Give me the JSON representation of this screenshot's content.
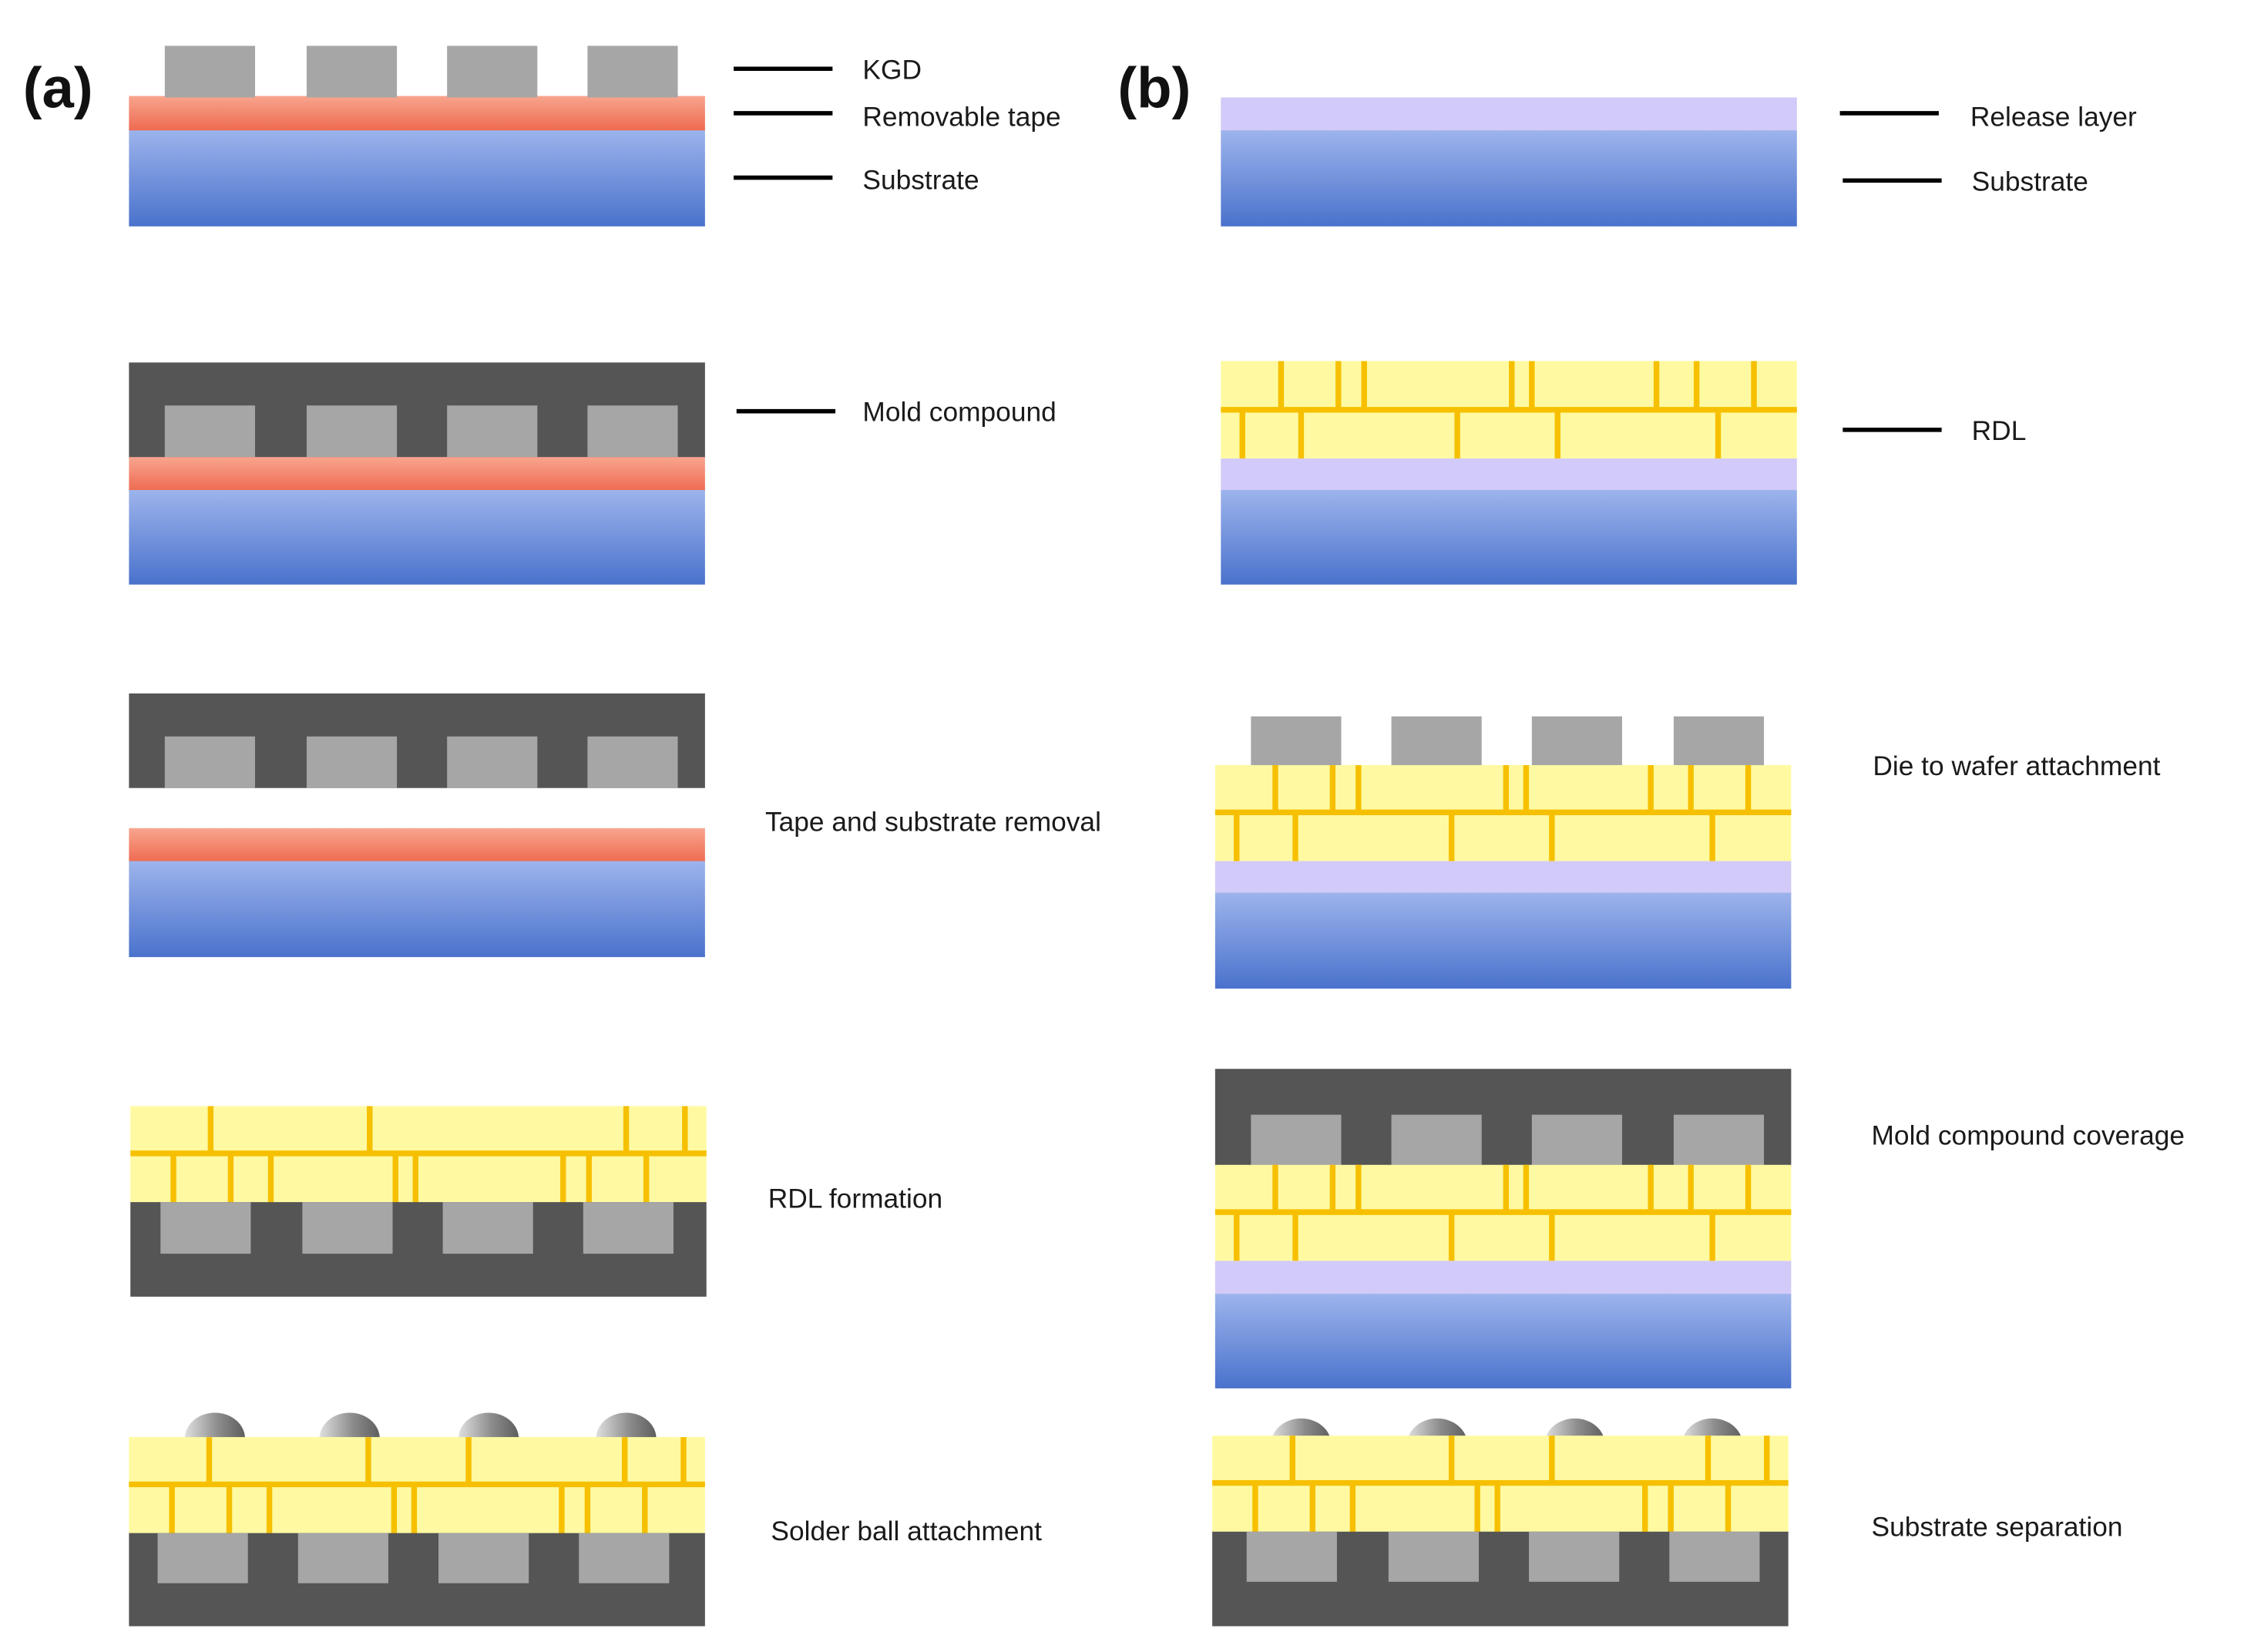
{
  "panels": {
    "a": {
      "tag": "(a)",
      "labels": {
        "kgd": "KGD",
        "removable_tape": "Removable tape",
        "substrate": "Substrate",
        "mold_compound": "Mold compound",
        "tape_substrate_removal": "Tape and substrate removal",
        "rdl_formation": "RDL formation",
        "solder_ball": "Solder ball attachment"
      }
    },
    "b": {
      "tag": "(b)",
      "labels": {
        "release_layer": "Release layer",
        "substrate": "Substrate",
        "rdl": "RDL",
        "die_to_wafer": "Die to wafer attachment",
        "mold_coverage": "Mold compound coverage",
        "substrate_separation": "Substrate separation"
      }
    }
  },
  "colors": {
    "substrate_top": "#9DB4EC",
    "substrate_bottom": "#4A72CC",
    "tape_top": "#F8A58E",
    "tape_bottom": "#EE6A50",
    "release_layer": "#D2CAF8",
    "mold_compound": "#555555",
    "die": "#A6A6A6",
    "rdl_fill": "#FFFAA2",
    "rdl_trace": "#F6C000"
  }
}
